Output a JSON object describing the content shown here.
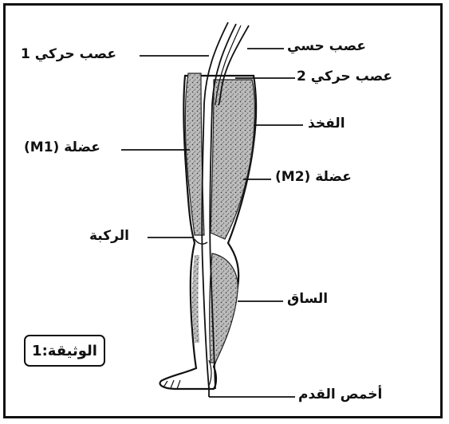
{
  "labels": {
    "motor_nerve_1": "عصب حركي 1",
    "sensory_nerve": "عصب حسي",
    "motor_nerve_2": "عصب حركي 2",
    "thigh": "الفخذ",
    "muscle_m1": "عضلة (M1)",
    "muscle_m2": "عضلة (M2)",
    "knee": "الركبة",
    "leg_shank": "الساق",
    "foot_arch": "أخمص القدم"
  },
  "document_label": "الوثيقة:1"
}
